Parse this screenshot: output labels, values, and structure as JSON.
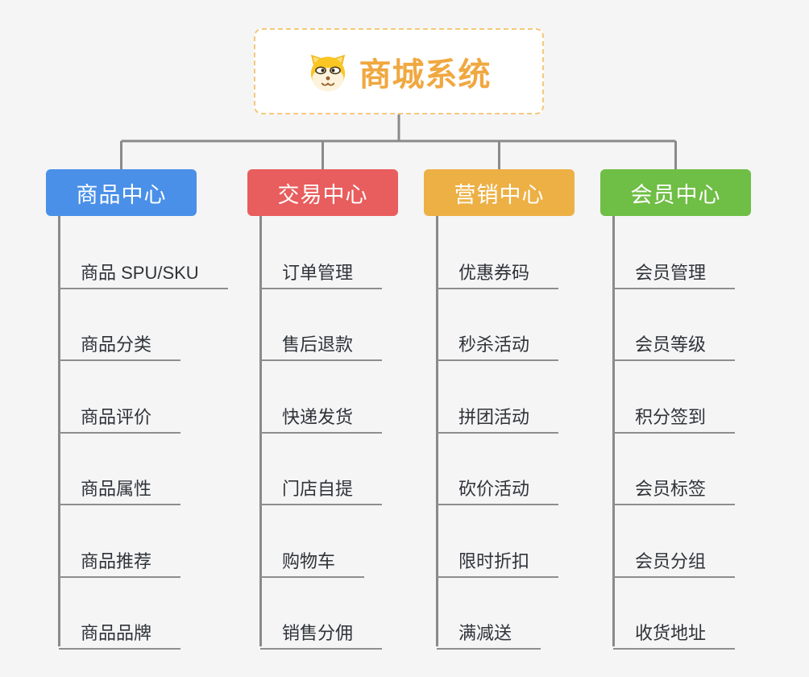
{
  "root": {
    "title": "商城系统",
    "icon": "dog-face-icon"
  },
  "colors": {
    "background": "#f5f5f5",
    "root_border": "#f5c87c",
    "root_text": "#f0a840",
    "connector": "#8a8a8a",
    "leaf_underline": "#8e8e8e",
    "leaf_text": "#2f3338",
    "branch_product": "#4a90e8",
    "branch_trade": "#e85d5d",
    "branch_marketing": "#edb045",
    "branch_member": "#6fbe45"
  },
  "branches": [
    {
      "label": "商品中心",
      "color": "#4a90e8",
      "children": [
        "商品 SPU/SKU",
        "商品分类",
        "商品评价",
        "商品属性",
        "商品推荐",
        "商品品牌"
      ]
    },
    {
      "label": "交易中心",
      "color": "#e85d5d",
      "children": [
        "订单管理",
        "售后退款",
        "快递发货",
        "门店自提",
        "购物车",
        "销售分佣"
      ]
    },
    {
      "label": "营销中心",
      "color": "#edb045",
      "children": [
        "优惠券码",
        "秒杀活动",
        "拼团活动",
        "砍价活动",
        "限时折扣",
        "满减送"
      ]
    },
    {
      "label": "会员中心",
      "color": "#6fbe45",
      "children": [
        "会员管理",
        "会员等级",
        "积分签到",
        "会员标签",
        "会员分组",
        "收货地址"
      ]
    }
  ]
}
